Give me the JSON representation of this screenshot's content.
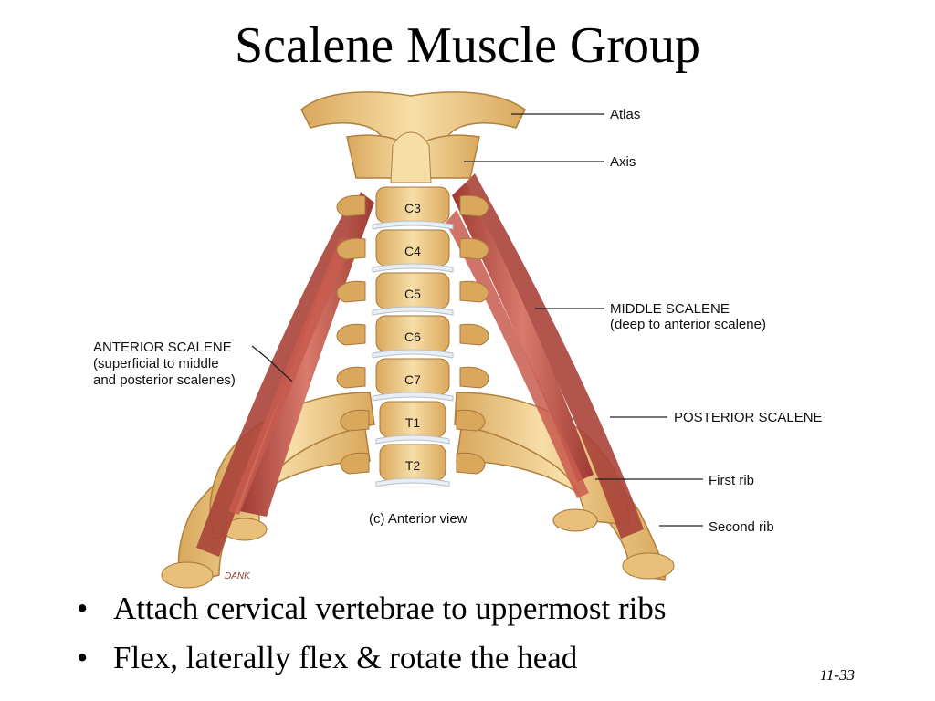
{
  "slide": {
    "title": "Scalene Muscle Group",
    "number": "11-33"
  },
  "figure": {
    "vertebra_labels": [
      "C3",
      "C4",
      "C5",
      "C6",
      "C7",
      "T1",
      "T2"
    ],
    "labels": {
      "atlas": "Atlas",
      "axis": "Axis",
      "middle_scalene": [
        "MIDDLE SCALENE",
        "(deep to anterior scalene)"
      ],
      "anterior_scalene": [
        "ANTERIOR SCALENE",
        "(superficial to middle",
        "and posterior scalenes)"
      ],
      "posterior_scalene": "POSTERIOR SCALENE",
      "first_rib": "First rib",
      "second_rib": "Second rib",
      "view": "(c) Anterior view",
      "artist_signature": "DANK"
    },
    "colors": {
      "bone": "#f3d49a",
      "bone_shade": "#d9a85c",
      "muscle": "#b8453c",
      "muscle_light": "#d97a6c",
      "disc": "#e8eef3"
    }
  },
  "bullets": [
    "Attach cervical vertebrae to uppermost ribs",
    "Flex, laterally flex & rotate the head"
  ]
}
